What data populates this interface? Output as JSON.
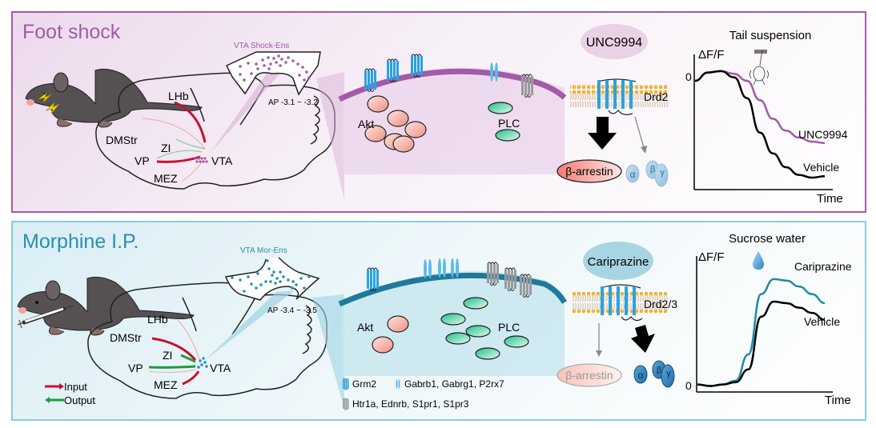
{
  "colors": {
    "shock_accent": "#a35aa8",
    "morphine_accent": "#2b8fad",
    "input_arrow": "#c8102e",
    "output_arrow": "#1e9b3c",
    "akt": "#f4a79c",
    "plc": "#3ccf9c",
    "vehicle": "#000000"
  },
  "panels": [
    {
      "id": "foot-shock",
      "title": "Foot shock",
      "stimulus_icon": "lightning-bolt-icon",
      "brain": {
        "regions": [
          "LHb",
          "DMStr",
          "ZI",
          "VP",
          "MEZ"
        ],
        "target": "VTA"
      },
      "ensemble_label": "VTA Shock-Ens",
      "ap_label": "AP -3.1 ~ -3.2",
      "cell": {
        "akt_label": "Akt",
        "plc_label": "PLC",
        "akt_count": 6,
        "plc_count": 2
      },
      "drug": "UNC9994",
      "receptor": "Drd2",
      "effectors": {
        "arrestin": "β-arrestin",
        "alpha": "α",
        "beta": "β",
        "gamma": "γ"
      },
      "chart_title": "Tail suspension",
      "chart_y_label": "ΔF/F",
      "chart_x_label": "Time",
      "chart_zero": "0",
      "series_labels": [
        "UNC9994",
        "Vehicle"
      ]
    },
    {
      "id": "morphine",
      "title": "Morphine I.P.",
      "stimulus_icon": "syringe-icon",
      "brain": {
        "regions": [
          "LHb",
          "DMStr",
          "ZI",
          "VP",
          "MEZ"
        ],
        "target": "VTA"
      },
      "ensemble_label": "VTA Mor-Ens",
      "ap_label": "AP -3.4 ~ -3.5",
      "cell": {
        "akt_label": "Akt",
        "plc_label": "PLC",
        "akt_count": 2,
        "plc_count": 6
      },
      "drug": "Cariprazine",
      "receptor": "Drd2/3",
      "effectors": {
        "arrestin": "β-arrestin",
        "alpha": "α",
        "beta": "β",
        "gamma": "γ"
      },
      "chart_title": "Sucrose water",
      "chart_y_label": "ΔF/F",
      "chart_x_label": "Time",
      "chart_zero": "0",
      "series_labels": [
        "Cariprazine",
        "Vehicle"
      ]
    }
  ],
  "legend": {
    "input": "Input",
    "output": "Output",
    "receptor_legend": [
      {
        "icon": "blue-gpcr-icon",
        "label": "Grm2"
      },
      {
        "icon": "blue-channel-icon",
        "label": "Gabrb1, Gabrg1, P2rx7"
      },
      {
        "icon": "gray-gpcr-icon",
        "label": "Htr1a, Ednrb, S1pr1, S1pr3"
      }
    ]
  },
  "chart_data": [
    {
      "type": "line",
      "title": "Tail suspension",
      "xlabel": "Time",
      "ylabel": "ΔF/F",
      "yticks": [
        "0"
      ],
      "x": [
        0,
        0.1,
        0.2,
        0.3,
        0.4,
        0.5,
        0.6,
        0.7,
        0.8,
        0.9,
        1.0
      ],
      "series": [
        {
          "name": "UNC9994",
          "values": [
            0,
            0.12,
            0.14,
            0.1,
            0.0,
            -0.28,
            -0.55,
            -0.72,
            -0.82,
            -0.88,
            -0.9
          ]
        },
        {
          "name": "Vehicle",
          "values": [
            0,
            0.12,
            0.14,
            0.05,
            -0.25,
            -0.75,
            -1.05,
            -1.25,
            -1.36,
            -1.4,
            -1.38
          ]
        }
      ],
      "ylim": [
        -1.55,
        0.3
      ],
      "grid": false
    },
    {
      "type": "line",
      "title": "Sucrose water",
      "xlabel": "Time",
      "ylabel": "ΔF/F",
      "yticks": [
        "0"
      ],
      "x": [
        0,
        0.1,
        0.2,
        0.3,
        0.4,
        0.5,
        0.6,
        0.7,
        0.8,
        0.9,
        1.0
      ],
      "series": [
        {
          "name": "Cariprazine",
          "values": [
            0,
            -0.02,
            0.0,
            0.05,
            0.4,
            1.2,
            1.4,
            1.38,
            1.3,
            1.2,
            1.08
          ]
        },
        {
          "name": "Vehicle",
          "values": [
            0,
            -0.02,
            0.0,
            0.03,
            0.2,
            0.9,
            1.1,
            1.08,
            1.02,
            0.95,
            0.86
          ]
        }
      ],
      "ylim": [
        -0.1,
        1.6
      ],
      "grid": false
    }
  ]
}
